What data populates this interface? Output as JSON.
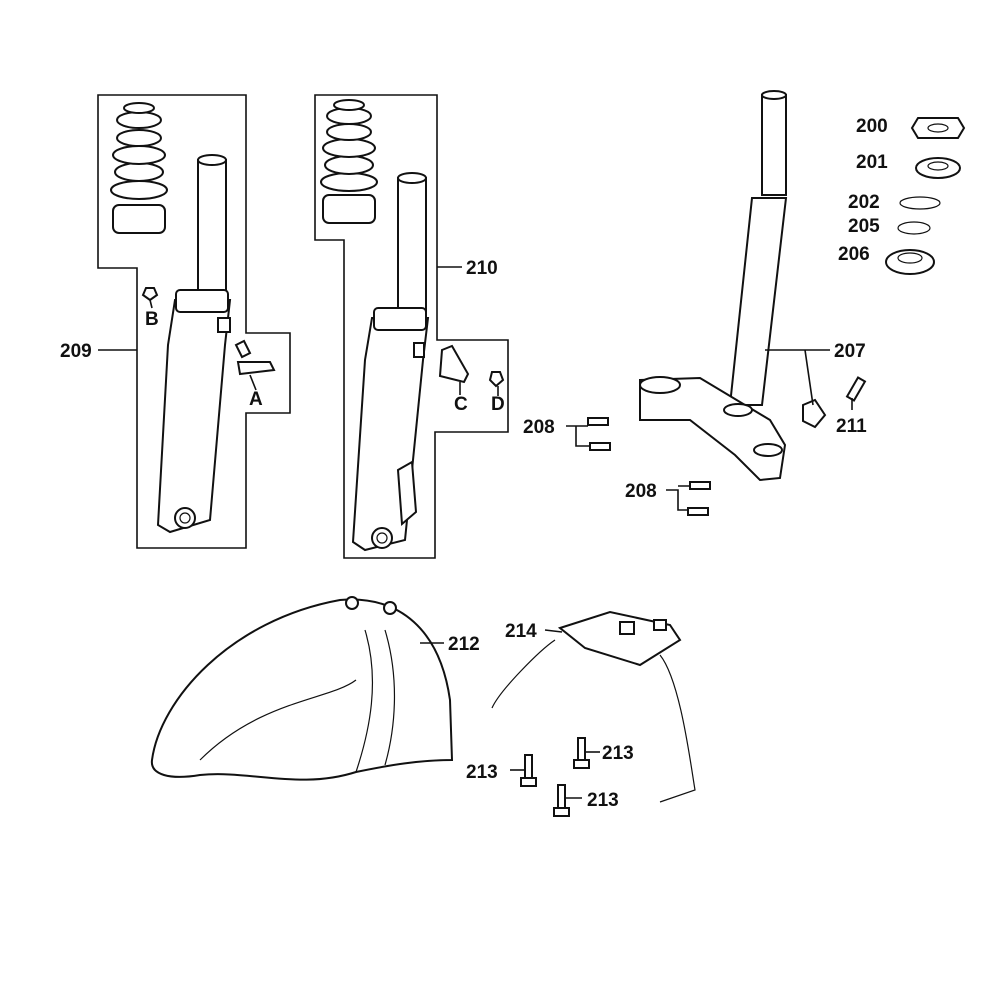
{
  "labels": {
    "p200": "200",
    "p201": "201",
    "p202": "202",
    "p205": "205",
    "p206": "206",
    "p207": "207",
    "p208a": "208",
    "p208b": "208",
    "p209": "209",
    "p210": "210",
    "p211": "211",
    "p212": "212",
    "p213a": "213",
    "p213b": "213",
    "p213c": "213",
    "p214": "214",
    "A": "A",
    "B": "B",
    "C": "C",
    "D": "D"
  }
}
